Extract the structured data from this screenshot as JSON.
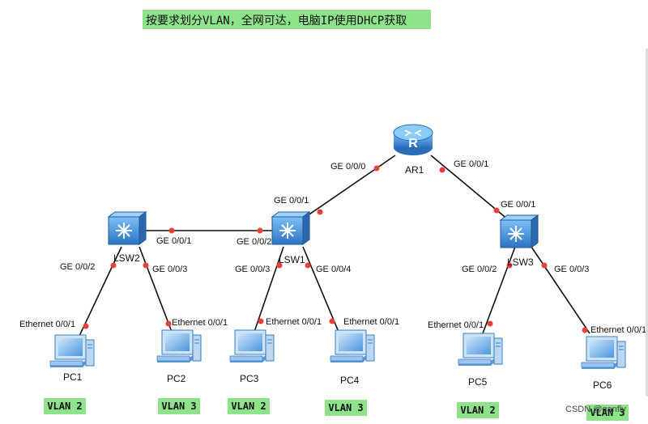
{
  "title": "按要求划分VLAN，全网可达，电脑IP使用DHCP获取",
  "devices": {
    "ar1": "AR1",
    "lsw1": "LSW1",
    "lsw2": "LSW2",
    "lsw3": "LSW3",
    "pc1": "PC1",
    "pc2": "PC2",
    "pc3": "PC3",
    "pc4": "PC4",
    "pc5": "PC5",
    "pc6": "PC6"
  },
  "ports": {
    "ar1_ge000": "GE 0/0/0",
    "ar1_ge001": "GE 0/0/1",
    "lsw1_ge001": "GE 0/0/1",
    "lsw1_ge002": "GE 0/0/2",
    "lsw1_ge003": "GE 0/0/3",
    "lsw1_ge004": "GE 0/0/4",
    "lsw2_ge001": "GE 0/0/1",
    "lsw2_ge002": "GE 0/0/2",
    "lsw2_ge003": "GE 0/0/3",
    "lsw3_ge001": "GE 0/0/1",
    "lsw3_ge002": "GE 0/0/2",
    "lsw3_ge003": "GE 0/0/3",
    "pc1_eth": "Ethernet 0/0/1",
    "pc2_eth": "Ethernet 0/0/1",
    "pc3_eth": "Ethernet 0/0/1",
    "pc4_eth": "Ethernet 0/0/1",
    "pc5_eth": "Ethernet 0/0/1",
    "pc6_eth": "Ethernet 0/0/1"
  },
  "vlans": {
    "pc1": "VLAN 2",
    "pc2": "VLAN 3",
    "pc3": "VLAN 2",
    "pc4": "VLAN 3",
    "pc5": "VLAN 2",
    "pc6": "VLAN 3"
  },
  "watermark": "CSDN @qanfly",
  "colors": {
    "highlight": "#8ee38a",
    "link": "#111111",
    "port_dot": "#e8413c",
    "device_blue": "#3f8fd8"
  }
}
